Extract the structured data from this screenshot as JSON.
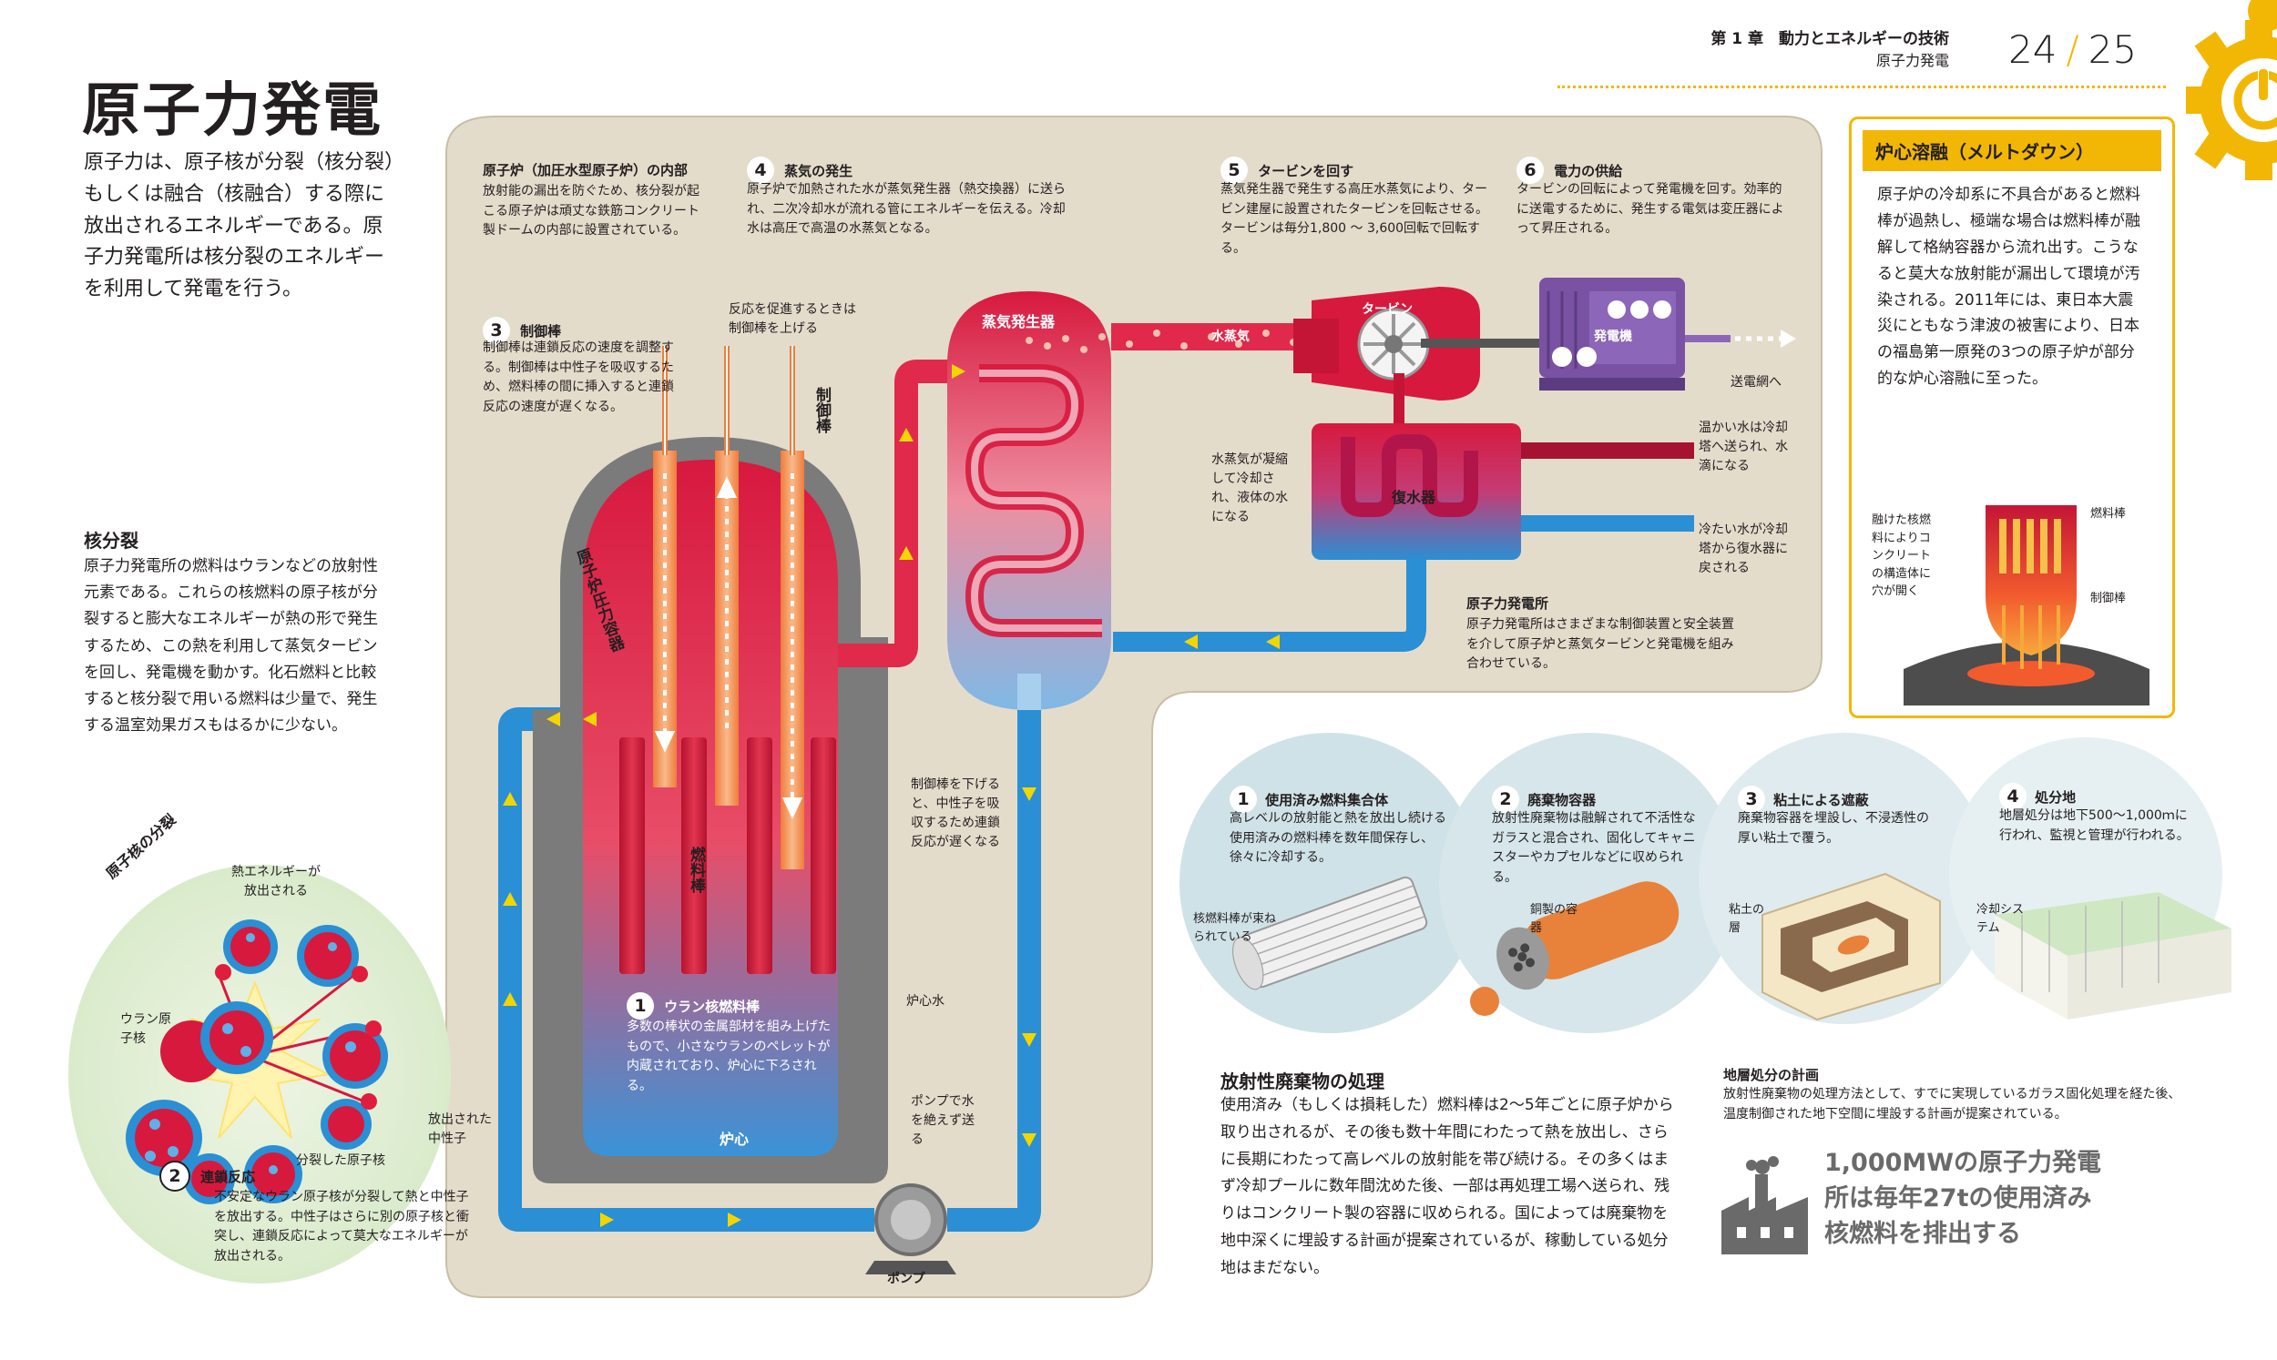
{
  "header": {
    "chapter": "第 1 章　動力とエネルギーの技術",
    "section": "原子力発電",
    "page_current": "24",
    "page_total": "25"
  },
  "title": "原子力発電",
  "intro": "原子力は、原子核が分裂（核分裂）もしくは融合（核融合）する際に放出されるエネルギーである。原子力発電所は核分裂のエネルギーを利用して発電を行う。",
  "fission": {
    "heading": "核分裂",
    "body": "原子力発電所の燃料はウランなどの放射性元素である。これらの核燃料の原子核が分裂すると膨大なエネルギーが熱の形で発生するため、この熱を利用して蒸気タービンを回し、発電機を動かす。化石燃料と比較すると核分裂で用いる燃料は少量で、発生する温室効果ガスもはるかに少ない。",
    "circle_title": "原子核の分裂",
    "labels": {
      "heat": "熱エネルギーが放出される",
      "uranium": "ウラン原子核",
      "neutron": "放出された中性子",
      "split": "分裂した原子核"
    },
    "step2_num": "2",
    "step2_title": "連鎖反応",
    "step2_body": "不安定なウラン原子核が分裂して熱と中性子を放出する。中性子はさらに別の原子核と衝突し、連鎖反応によって莫大なエネルギーが放出される。"
  },
  "reactor": {
    "heading": "原子炉（加圧水型原子炉）の内部",
    "body": "放射能の漏出を防ぐため、核分裂が起こる原子炉は頑丈な鉄筋コンクリート製ドームの内部に設置されている。",
    "vessel_label": "原子炉圧力容器",
    "rods_label": "制御棒",
    "fuel_label": "燃料棒",
    "core_water": "炉心水",
    "core": "炉心",
    "pump": "ポンプ",
    "rods_top_note": "反応を促進するときは制御棒を上げる",
    "rods_down_note": "制御棒を下げると、中性子を吸収するため連鎖反応が遅くなる",
    "pump_note": "ポンプで水を絶えず送る"
  },
  "steps": [
    {
      "num": "3",
      "title": "制御棒",
      "body": "制御棒は連鎖反応の速度を調整する。制御棒は中性子を吸収するため、燃料棒の間に挿入すると連鎖反応の速度が遅くなる。"
    },
    {
      "num": "4",
      "title": "蒸気の発生",
      "body": "原子炉で加熱された水が蒸気発生器（熱交換器）に送られ、二次冷却水が流れる管にエネルギーを伝える。冷却水は高圧で高温の水蒸気となる。"
    },
    {
      "num": "5",
      "title": "タービンを回す",
      "body": "蒸気発生器で発生する高圧水蒸気により、タービン建屋に設置されたタービンを回転させる。タービンは毎分1,800 ～ 3,600回転で回転する。"
    },
    {
      "num": "6",
      "title": "電力の供給",
      "body": "タービンの回転によって発電機を回す。効率的に送電するために、発生する電気は変圧器によって昇圧される。"
    },
    {
      "num": "1",
      "title": "ウラン核燃料棒",
      "body": "多数の棒状の金属部材を組み上げたもので、小さなウランのペレットが内蔵されており、炉心に下ろされる。"
    }
  ],
  "plant_labels": {
    "steam_generator": "蒸気発生器",
    "steam": "水蒸気",
    "turbine": "タービン",
    "generator": "発電機",
    "grid": "送電網へ",
    "condenser": "復水器",
    "condense_note": "水蒸気が凝縮して冷却され、液体の水になる",
    "warm_water": "温かい水は冷却塔へ送られ、水滴になる",
    "cold_water": "冷たい水が冷却塔から復水器に戻される"
  },
  "plant": {
    "heading": "原子力発電所",
    "body": "原子力発電所はさまざまな制御装置と安全装置を介して原子炉と蒸気タービンと発電機を組み合わせている。"
  },
  "meltdown": {
    "heading": "炉心溶融（メルトダウン）",
    "body": "原子炉の冷却系に不具合があると燃料棒が過熱し、極端な場合は燃料棒が融解して格納容器から流れ出す。こうなると莫大な放射能が漏出して環境が汚染される。2011年には、東日本大震災にともなう津波の被害により、日本の福島第一原発の3つの原子炉が部分的な炉心溶融に至った。",
    "melt_label": "融けた核燃料によりコンクリートの構造体に穴が開く",
    "fuel_label": "燃料棒",
    "rod_label": "制御棒"
  },
  "waste_steps": [
    {
      "num": "1",
      "title": "使用済み燃料集合体",
      "body": "高レベルの放射能と熱を放出し続ける使用済みの燃料棒を数年間保存し、徐々に冷却する。",
      "note": "核燃料棒が束ねられている"
    },
    {
      "num": "2",
      "title": "廃棄物容器",
      "body": "放射性廃棄物は融解されて不活性なガラスと混合され、固化してキャニスターやカプセルなどに収められる。",
      "note": "銅製の容器"
    },
    {
      "num": "3",
      "title": "粘土による遮蔽",
      "body": "廃棄物容器を埋設し、不浸透性の厚い粘土で覆う。",
      "note": "粘土の層"
    },
    {
      "num": "4",
      "title": "処分地",
      "body": "地層処分は地下500～1,000ｍに行われ、監視と管理が行われる。",
      "note": "冷却システム"
    }
  ],
  "waste": {
    "heading": "放射性廃棄物の処理",
    "body": "使用済み（もしくは損耗した）燃料棒は2～5年ごとに原子炉から取り出されるが、その後も数十年間にわたって熱を放出し、さらに長期にわたって高レベルの放射能を帯び続ける。その多くはまず冷却プールに数年間沈めた後、一部は再処理工場へ送られ、残りはコンクリート製の容器に収められる。国によっては廃棄物を地中深くに埋設する計画が提案されているが、稼動している処分地はまだない。"
  },
  "geological": {
    "heading": "地層処分の計画",
    "body": "放射性廃棄物の処理方法として、すでに実現しているガラス固化処理を経た後、温度制御された地下空間に埋設する計画が提案されている。"
  },
  "fact": {
    "line1": "1,000MWの原子力発電",
    "line2": "所は毎年27tの使用済み",
    "line3": "核燃料を排出する"
  },
  "colors": {
    "accent": "#f2b705",
    "hot": "#d7193e",
    "cold": "#2a8fd4",
    "panel": "#e4dccb"
  }
}
